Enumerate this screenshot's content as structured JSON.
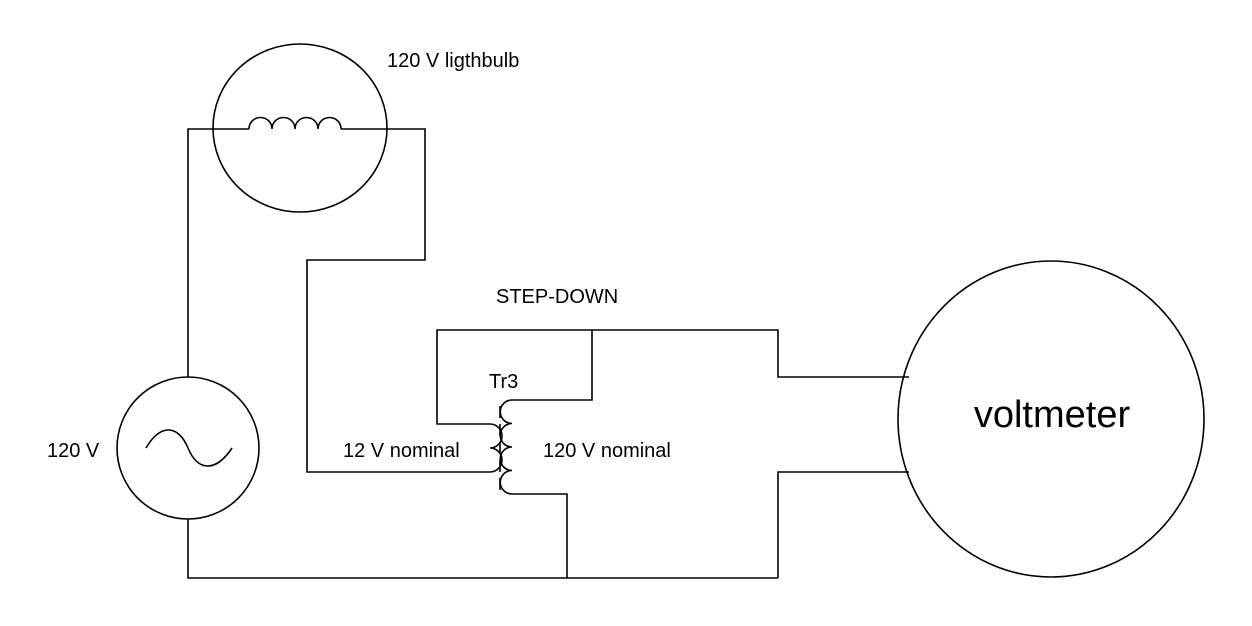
{
  "labels": {
    "lightbulb": "120 V ligthbulb",
    "source": "120 V",
    "transformer_ref": "Tr3",
    "transformer_type": "STEP-DOWN",
    "primary_winding": "12 V nominal",
    "secondary_winding": "120 V nominal",
    "meter": "voltmeter"
  },
  "components": {
    "source_icon": "ac-sine-icon",
    "lightbulb_icon": "filament-coil-icon",
    "transformer_icon": "transformer-coils-icon",
    "meter_icon": "meter-circle-icon"
  },
  "colors": {
    "line": "#000000",
    "background": "#ffffff"
  }
}
